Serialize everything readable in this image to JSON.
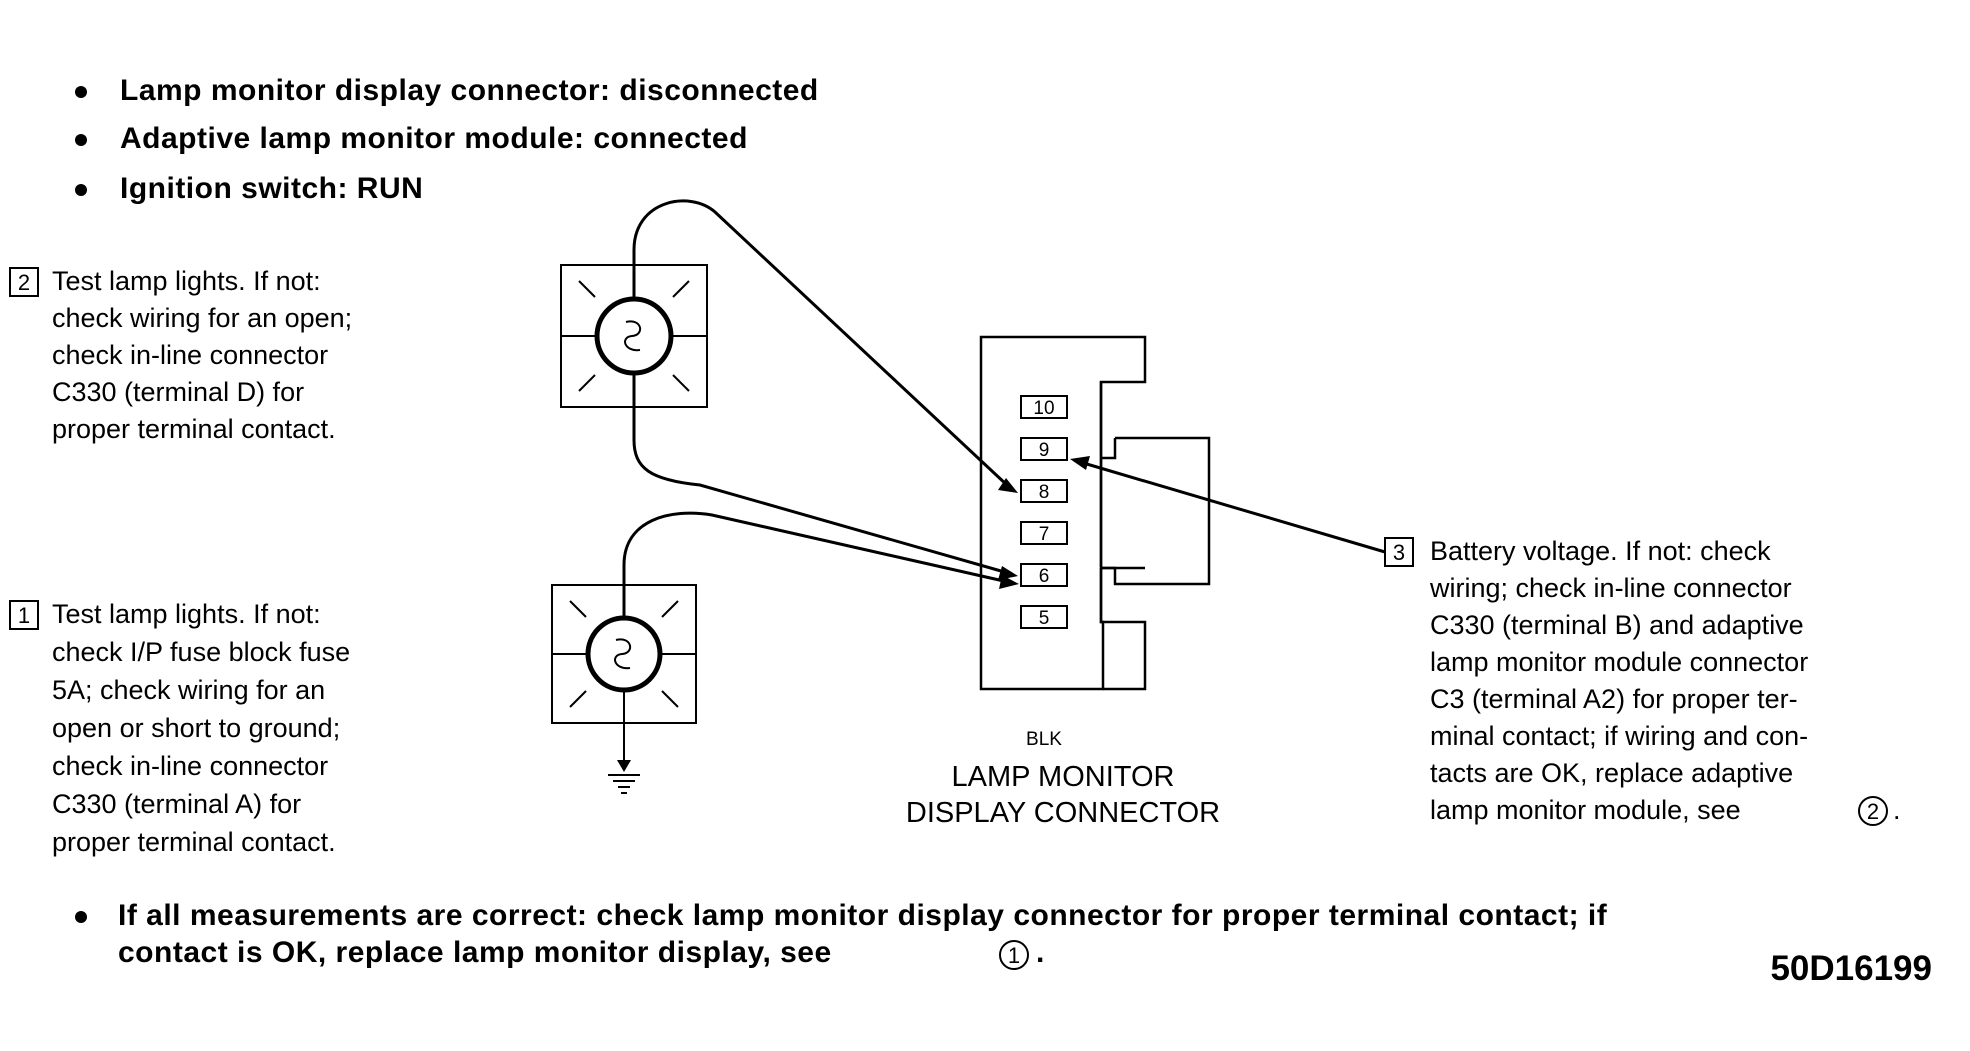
{
  "conditions": [
    "Lamp  monitor display connector: disconnected",
    "Adaptive lamp monitor module: connected",
    "Ignition  switch: RUN"
  ],
  "steps": [
    {
      "number": "2",
      "lines": [
        "Test lamp lights. If not:",
        "check wiring for an open;",
        "check in-line connector",
        "C330 (terminal D) for",
        "proper terminal contact."
      ]
    },
    {
      "number": "1",
      "lines": [
        "Test lamp lights. If not:",
        "check I/P fuse block fuse",
        "5A; check wiring for an",
        "open or short to ground;",
        "check in-line connector",
        "C330 (terminal A) for",
        "proper terminal contact."
      ]
    },
    {
      "number": "3",
      "lines": [
        "Battery voltage. If not: check",
        "wiring; check in-line connector",
        "C330 (terminal B) and adaptive",
        "lamp monitor module connector",
        "C3 (terminal A2) for proper ter-",
        "minal contact; if wiring and con-",
        "tacts are  OK, replace adaptive",
        "lamp monitor module, see"
      ],
      "ref": "2"
    }
  ],
  "connector": {
    "pins": [
      "10",
      "9",
      "8",
      "7",
      "6",
      "5"
    ],
    "color": "BLK",
    "title_lines": [
      "LAMP MONITOR",
      "DISPLAY CONNECTOR"
    ]
  },
  "final_note": {
    "lines": [
      "If all measurements are correct: check lamp monitor display connector for proper terminal contact; if",
      "contact is OK, replace lamp monitor display, see"
    ],
    "ref": "1",
    "trailing": "."
  },
  "step3_trailing": ".",
  "figure_id": "50D16199"
}
